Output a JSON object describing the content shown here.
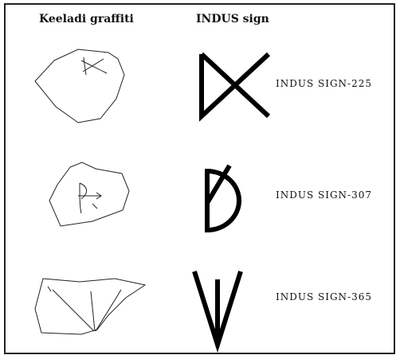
{
  "headers": {
    "graffiti": "Keeladi graffiti",
    "sign": "INDUS sign"
  },
  "rows": [
    {
      "label": "INDUS SIGN-225"
    },
    {
      "label": "INDUS SIGN-307"
    },
    {
      "label": "INDUS SIGN-365"
    }
  ]
}
